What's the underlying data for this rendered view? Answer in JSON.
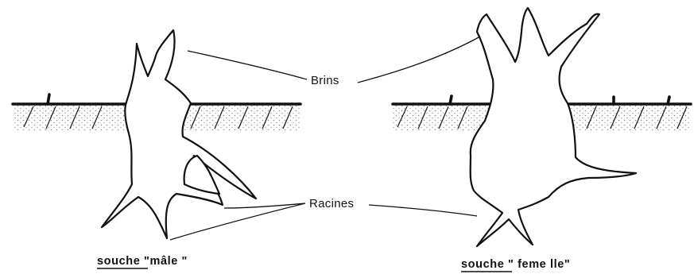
{
  "labels": {
    "brins": "Brins",
    "racines": "Racines"
  },
  "captions": {
    "male": "souche  \"mâle \"",
    "female": "souche  \" feme lle\""
  },
  "colors": {
    "ink": "#111111",
    "background": "#ffffff",
    "soil_dots": "#8a8a8a"
  }
}
